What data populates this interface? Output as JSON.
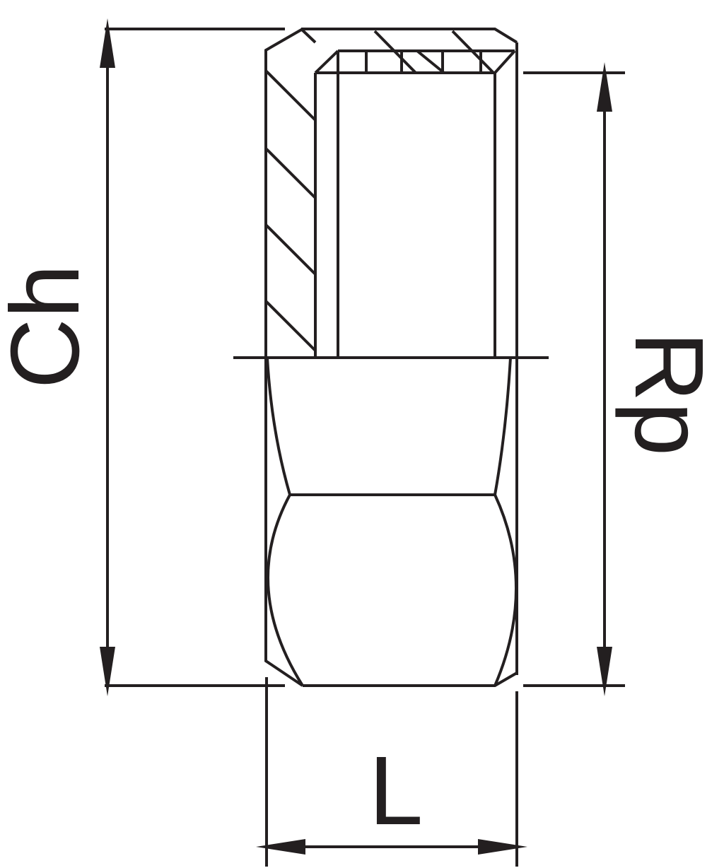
{
  "drawing": {
    "labels": {
      "height": "Ch",
      "thread": "Rp",
      "length": "L"
    },
    "line_color": "#231f20",
    "background": "#ffffff"
  }
}
